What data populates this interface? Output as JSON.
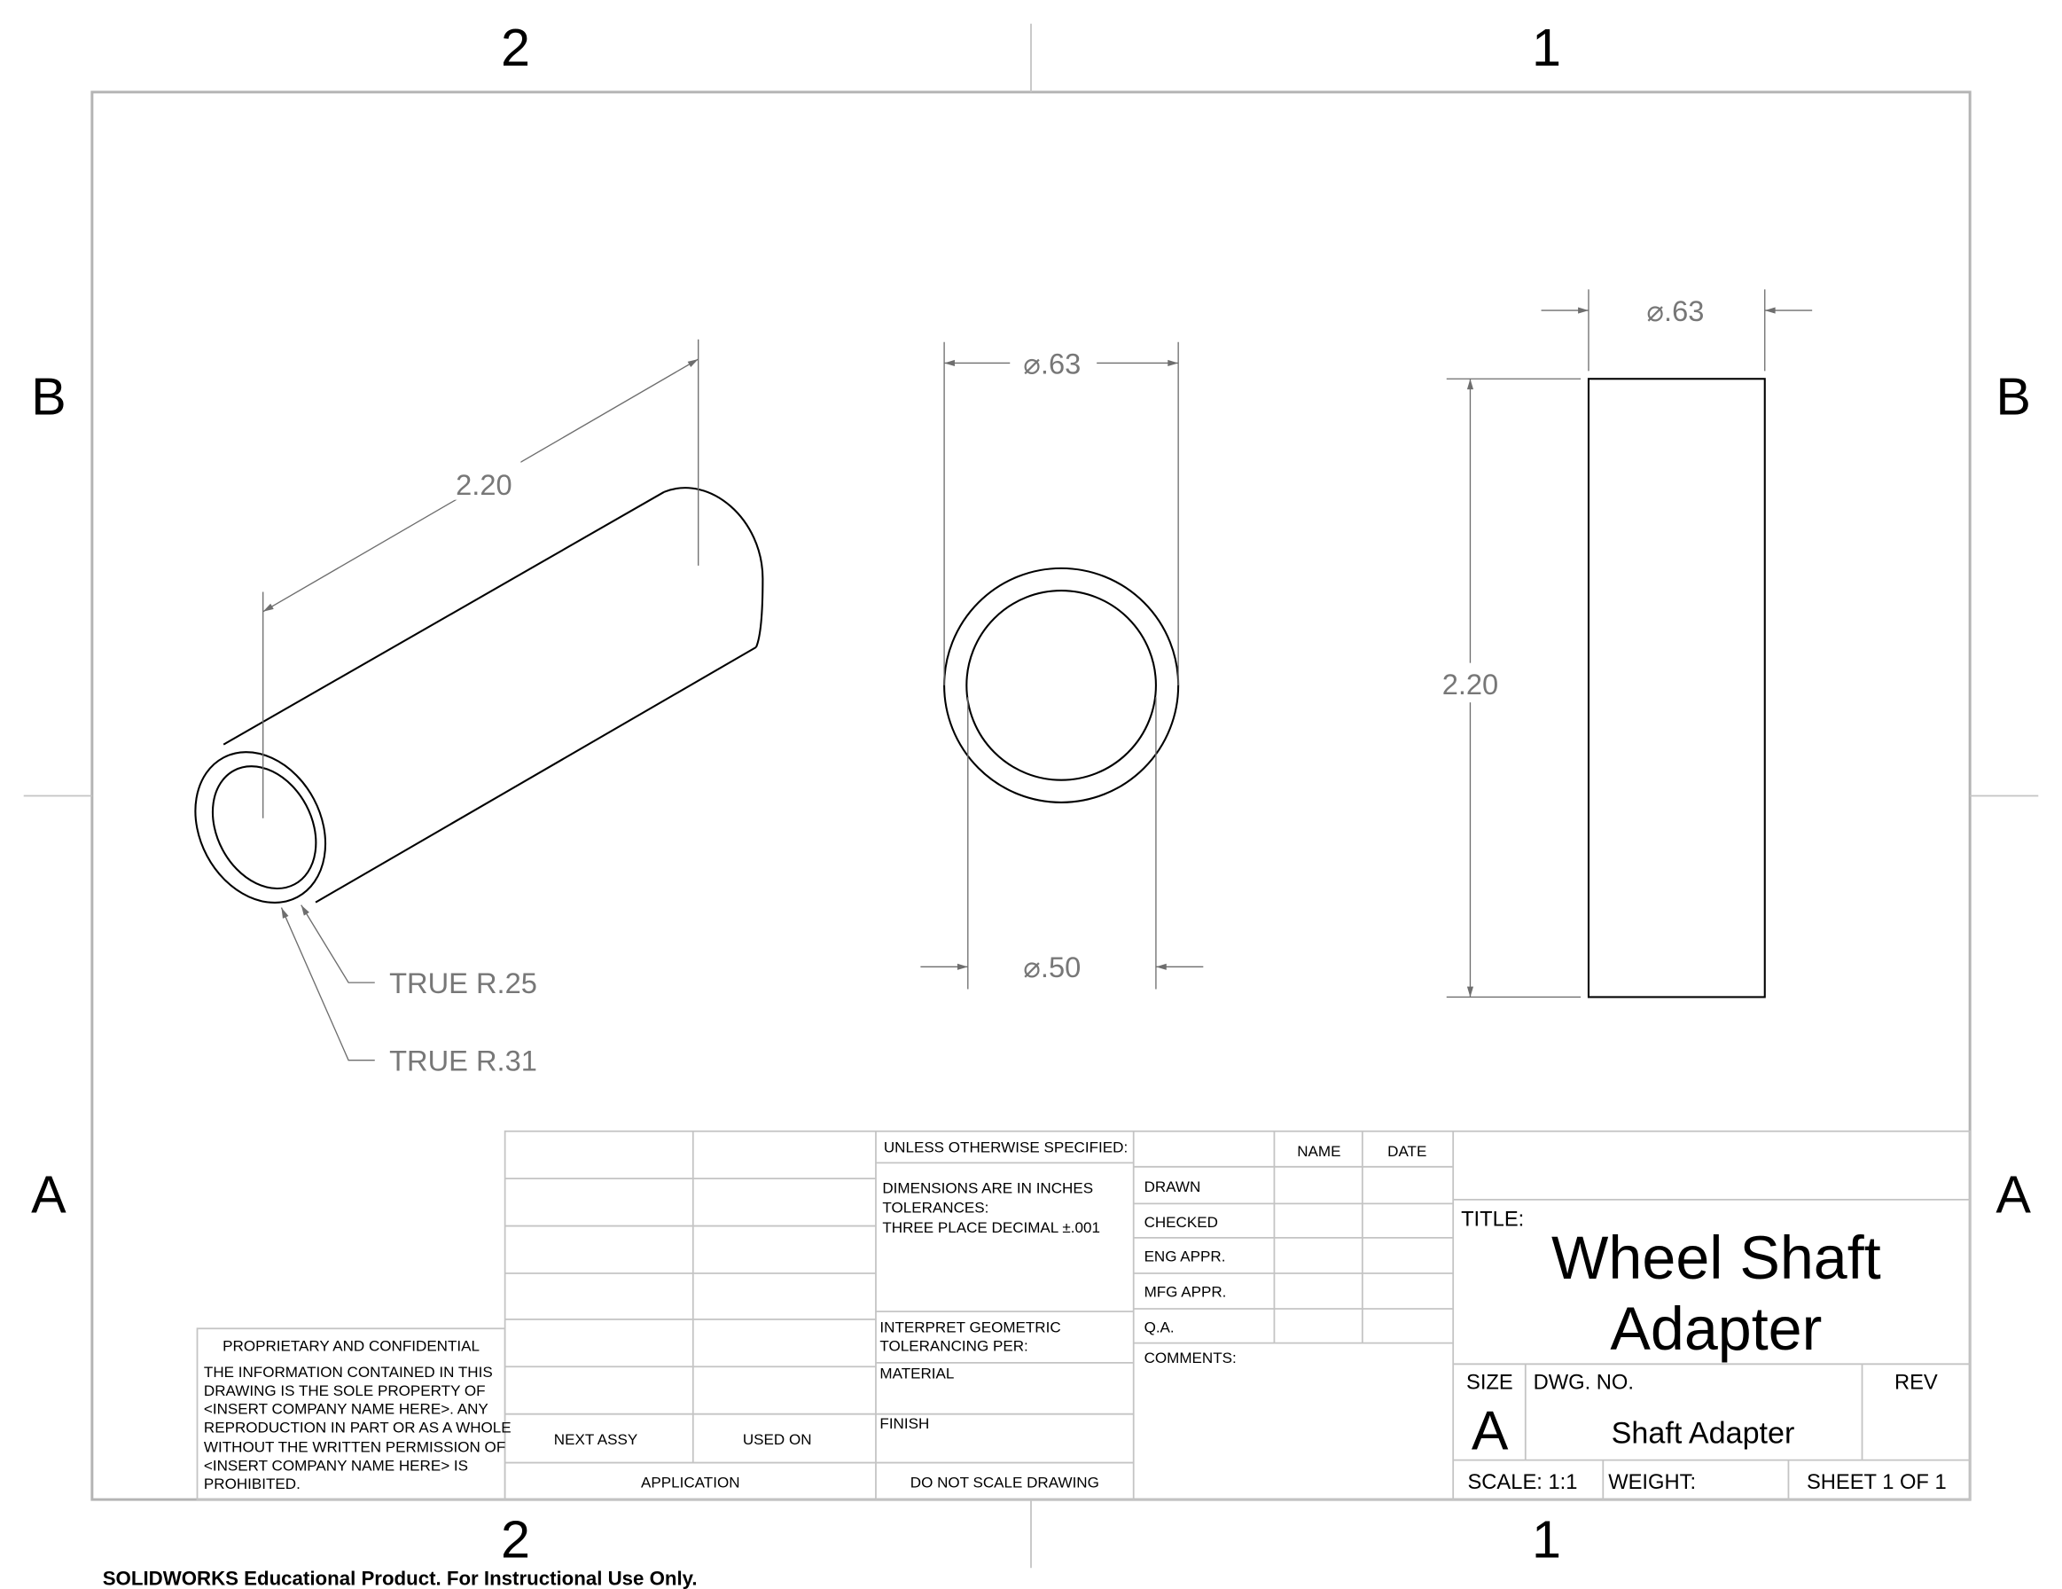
{
  "zones": {
    "top": [
      "2",
      "1"
    ],
    "bottom": [
      "2",
      "1"
    ],
    "left": [
      "B",
      "A"
    ],
    "right": [
      "B",
      "A"
    ]
  },
  "isometric_view": {
    "length_dim": "2.20",
    "leader_inner": "TRUE R.25",
    "leader_outer": "TRUE R.31"
  },
  "front_view": {
    "outer_dim": "⌀.63",
    "inner_dim": "⌀.50"
  },
  "side_view": {
    "diameter_dim": "⌀.63",
    "length_dim": "2.20"
  },
  "title_block": {
    "proprietary_heading": "PROPRIETARY AND CONFIDENTIAL",
    "proprietary_lines": [
      "THE INFORMATION CONTAINED IN THIS",
      "DRAWING IS THE SOLE PROPERTY OF",
      "<INSERT COMPANY NAME HERE>.  ANY",
      "REPRODUCTION IN PART OR AS A WHOLE",
      "WITHOUT THE WRITTEN PERMISSION OF",
      "<INSERT COMPANY NAME HERE> IS",
      "PROHIBITED."
    ],
    "next_assy": "NEXT ASSY",
    "used_on": "USED ON",
    "application": "APPLICATION",
    "unless": "UNLESS OTHERWISE SPECIFIED:",
    "dims_lines": [
      "DIMENSIONS ARE IN INCHES",
      "TOLERANCES:",
      "THREE PLACE DECIMAL   ±.001"
    ],
    "interpret_lines": [
      "INTERPRET GEOMETRIC",
      "TOLERANCING PER:"
    ],
    "material": "MATERIAL",
    "finish": "FINISH",
    "do_not_scale": "DO NOT SCALE DRAWING",
    "name": "NAME",
    "date": "DATE",
    "rows": [
      "DRAWN",
      "CHECKED",
      "ENG APPR.",
      "MFG APPR.",
      "Q.A."
    ],
    "comments": "COMMENTS:",
    "title_label": "TITLE:",
    "title_lines": [
      "Wheel Shaft",
      "Adapter"
    ],
    "size_label": "SIZE",
    "size": "A",
    "dwg_no_label": "DWG.  NO.",
    "dwg_no": "Shaft Adapter",
    "rev_label": "REV",
    "scale": "SCALE: 1:1",
    "weight": "WEIGHT:",
    "sheet": "SHEET 1 OF 1"
  },
  "footer": "SOLIDWORKS Educational Product. For Instructional Use Only."
}
